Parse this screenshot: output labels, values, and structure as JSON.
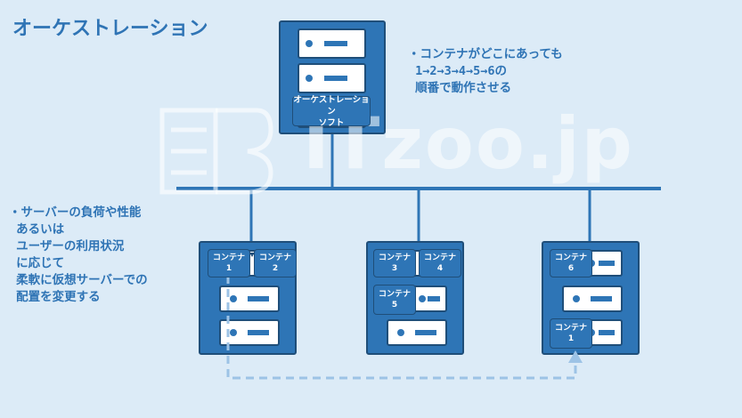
{
  "title": "オーケストレーション",
  "orchestrator": {
    "label_line1": "オーケストレーション",
    "label_line2": "ソフト"
  },
  "notes": {
    "top": "・コンテナがどこにあっても\n 1→2→3→4→5→6の\n 順番で動作させる",
    "left": "・サーバーの負荷や性能\n あるいは\n ユーザーの利用状況\n に応じて\n 柔軟に仮想サーバーでの\n 配置を変更する"
  },
  "watermark": "ITzoo.jp",
  "containers": [
    {
      "label": "コンテナ",
      "number": "1"
    },
    {
      "label": "コンテナ",
      "number": "2"
    },
    {
      "label": "コンテナ",
      "number": "3"
    },
    {
      "label": "コンテナ",
      "number": "4"
    },
    {
      "label": "コンテナ",
      "number": "5"
    },
    {
      "label": "コンテナ",
      "number": "6"
    },
    {
      "label": "コンテナ",
      "number": "1"
    }
  ],
  "colors": {
    "accent": "#2f74b5",
    "server_frame": "#2e75b6",
    "server_border": "#1f4e79",
    "network_line": "#2e75b6",
    "migration_arrow": "#9dc3e6",
    "background": "#dcebf7"
  }
}
